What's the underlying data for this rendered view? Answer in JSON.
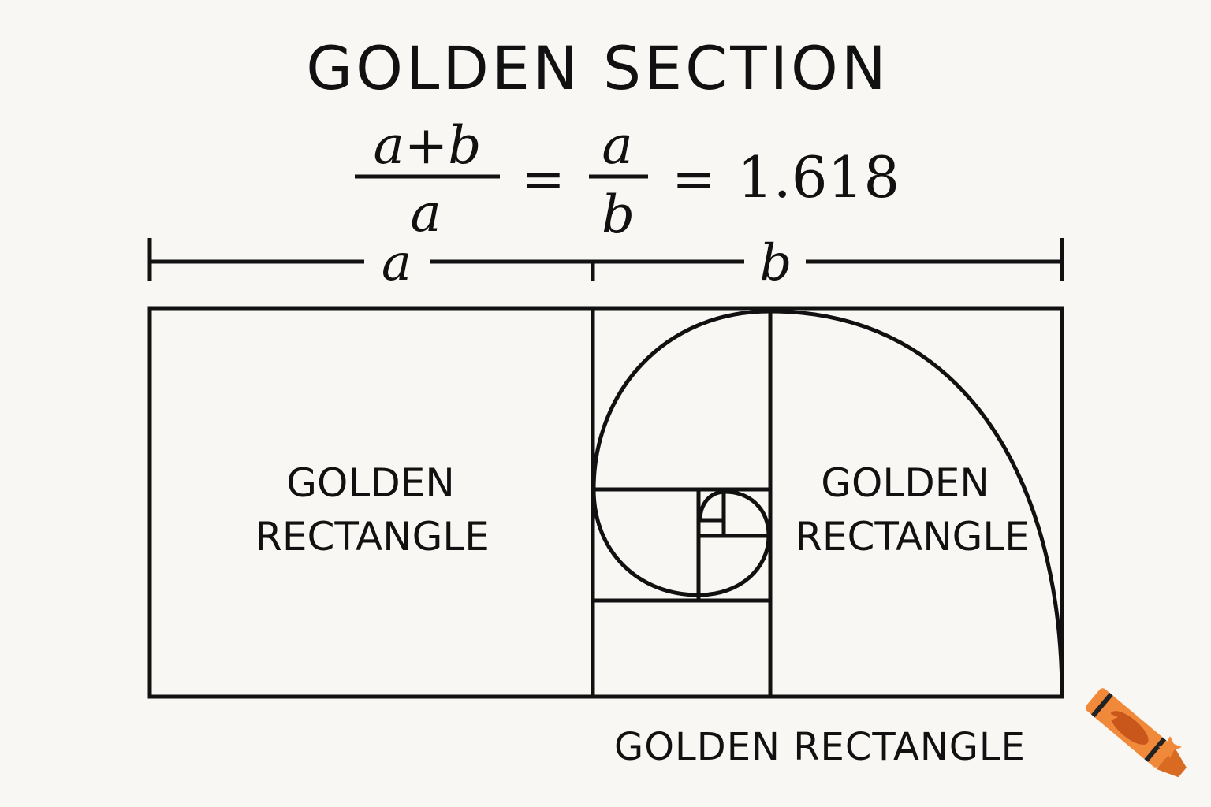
{
  "title": "GOLDEN SECTION",
  "equation": {
    "left_numerator": "a+b",
    "left_denominator": "a",
    "middle_numerator": "a",
    "middle_denominator": "b",
    "equals": "=",
    "value": "1.618"
  },
  "dimension": {
    "segment_a_label": "a",
    "segment_b_label": "b"
  },
  "rectangles": {
    "left_label_line1": "GOLDEN",
    "left_label_line2": "RECTANGLE",
    "right_label_line1": "GOLDEN",
    "right_label_line2": "RECTANGLE",
    "bottom_label": "GOLDEN RECTANGLE"
  },
  "icon": {
    "name": "crayon-icon",
    "color": "#e8742a",
    "dark": "#c9561a"
  },
  "colors": {
    "background": "#f8f7f3",
    "ink": "#111111"
  }
}
